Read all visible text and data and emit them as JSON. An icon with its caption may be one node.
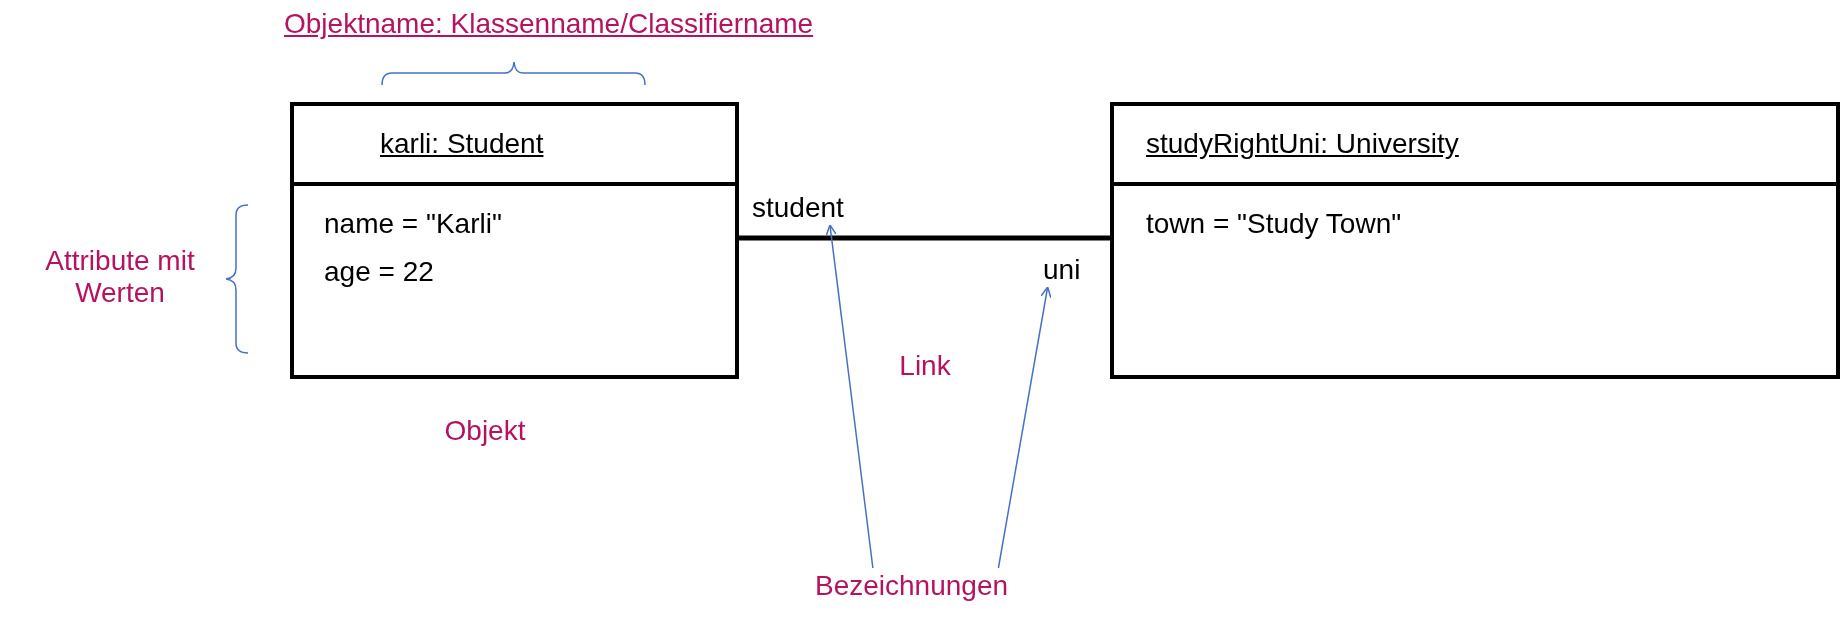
{
  "diagram": {
    "nodes": [
      {
        "text": [
          "karli: Student",
          "name = \"Karli\"",
          "age = 22"
        ]
      },
      {
        "text": [
          "studyRightUni: University",
          "town = \"Study Town\""
        ]
      },
      {
        "text": [
          "Bezeichnungen"
        ]
      },
      {
        "text": [
          "student"
        ]
      },
      {
        "text": [
          "uni"
        ]
      }
    ],
    "edges": [
      {
        "from": 0,
        "to": 1,
        "arrow": "none",
        "style": "thick",
        "color": "#000000"
      },
      {
        "from": 2,
        "to": 3,
        "arrow": "to",
        "color": "#4472c4"
      },
      {
        "from": 2,
        "to": 4,
        "arrow": "to",
        "color": "#4472c4"
      }
    ],
    "labels": [
      "Objektname: Klassenname/Classifiername",
      "Attribute mit Werten",
      "Link",
      "Objekt"
    ]
  }
}
